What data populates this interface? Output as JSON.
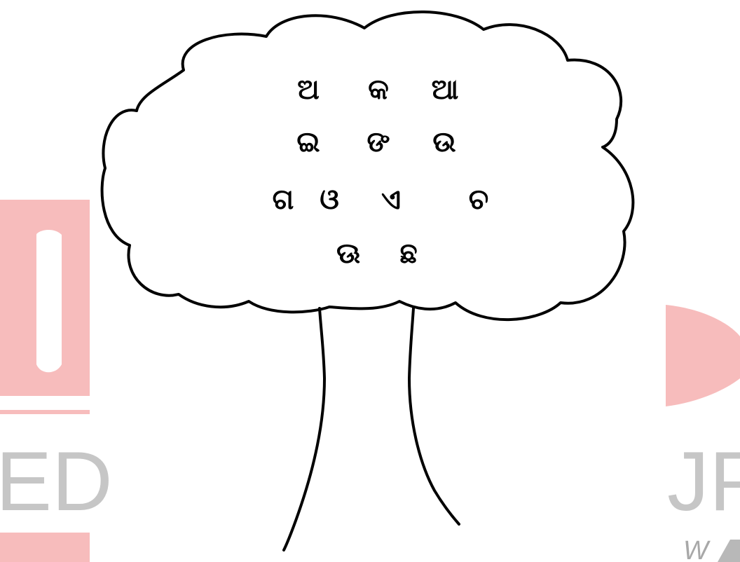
{
  "worksheet": {
    "letters": [
      "ଅ",
      "କ",
      "ଆ",
      "ଇ",
      "ଙ",
      "ଉ",
      "ଗ",
      "ଓ",
      "ଏ",
      "ଚ",
      "ଊ",
      "ଛ"
    ]
  },
  "watermark": {
    "text_left": "ED",
    "text_right": "JP",
    "text_corner": "W",
    "color": "#f2b8b8",
    "gray": "#bdbdbd"
  },
  "colors": {
    "line": "#000000",
    "background": "#ffffff"
  }
}
